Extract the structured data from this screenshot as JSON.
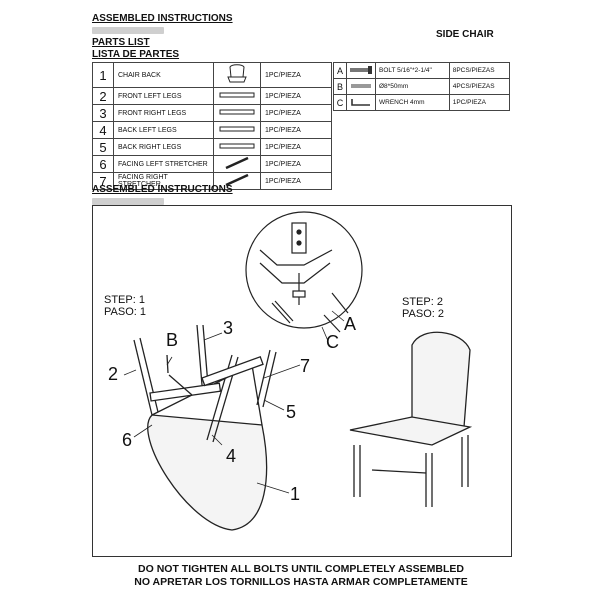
{
  "header": {
    "title": "ASSEMBLED INSTRUCTIONS",
    "parts_list_en": "PARTS LIST",
    "parts_list_es": "LISTA DE PARTES",
    "product": "SIDE CHAIR"
  },
  "parts": [
    {
      "num": "1",
      "name": "CHAIR BACK",
      "icon": "chair-back-icon",
      "qty": "1PC/PIEZA"
    },
    {
      "num": "2",
      "name": "FRONT LEFT LEGS",
      "icon": "leg-icon",
      "qty": "1PC/PIEZA"
    },
    {
      "num": "3",
      "name": "FRONT RIGHT LEGS",
      "icon": "leg-icon",
      "qty": "1PC/PIEZA"
    },
    {
      "num": "4",
      "name": "BACK LEFT LEGS",
      "icon": "leg-icon",
      "qty": "1PC/PIEZA"
    },
    {
      "num": "5",
      "name": "BACK RIGHT LEGS",
      "icon": "leg-icon",
      "qty": "1PC/PIEZA"
    },
    {
      "num": "6",
      "name": "FACING LEFT STRETCHER",
      "icon": "stretcher-icon",
      "qty": "1PC/PIEZA"
    },
    {
      "num": "7",
      "name": "FACING RIGHT STRETCHER",
      "icon": "stretcher-icon",
      "qty": "1PC/PIEZA"
    }
  ],
  "hardware": [
    {
      "letter": "A",
      "icon": "bolt-icon",
      "name": "BOLT 5/16\"*2-1/4\"",
      "qty": "8PCS/PIEZAS"
    },
    {
      "letter": "B",
      "icon": "dowel-icon",
      "name": "Ø8*50mm",
      "qty": "4PCS/PIEZAS"
    },
    {
      "letter": "C",
      "icon": "wrench-icon",
      "name": "WRENCH 4mm",
      "qty": "1PC/PIEZA"
    }
  ],
  "assembly": {
    "title": "ASSEMBLED INSTRUCTIONS",
    "step1_en": "STEP: 1",
    "step1_es": "PASO: 1",
    "step2_en": "STEP: 2",
    "step2_es": "PASO: 2",
    "callouts": {
      "a": "A",
      "b": "B",
      "c": "C",
      "n1": "1",
      "n2": "2",
      "n3": "3",
      "n4": "4",
      "n5": "5",
      "n6": "6",
      "n7": "7"
    }
  },
  "warning": {
    "en": "DO NOT TIGHTEN ALL BOLTS UNTIL COMPLETELY ASSEMBLED",
    "es": "NO APRETAR LOS TORNILLOS HASTA ARMAR COMPLETAMENTE"
  }
}
